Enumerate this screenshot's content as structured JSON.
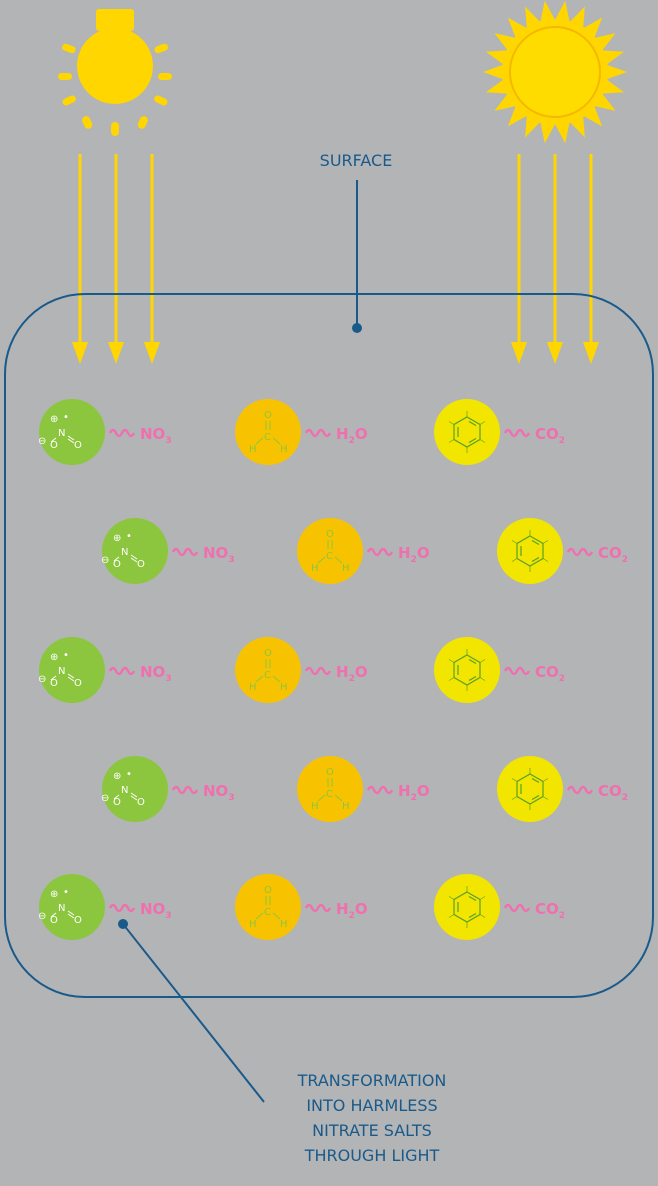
{
  "labels": {
    "surface": "SURFACE",
    "transformation": [
      "TRANSFORMATION",
      "INTO HARMLESS",
      "NITRATE SALTS",
      "THROUGH LIGHT"
    ]
  },
  "molecules": {
    "nitrate": {
      "text": "NO",
      "sub": "3",
      "color": "#8cc63f"
    },
    "water": {
      "text": "H",
      "sub": "2",
      "text2": "O",
      "color": "#f7c300"
    },
    "carbon_dioxide": {
      "text": "CO",
      "sub": "2",
      "color": "#f2e500"
    }
  },
  "icons": {
    "left": "light-bulb-icon",
    "right": "sun-icon"
  },
  "colors": {
    "background": "#b3b4b6",
    "outline": "#1a5a8a",
    "arrow": "#ffd600",
    "wave": "#f06fae",
    "structure_green": "#ffffff",
    "structure_orange": "#8cc63f",
    "structure_yellow": "#5aa02c"
  }
}
